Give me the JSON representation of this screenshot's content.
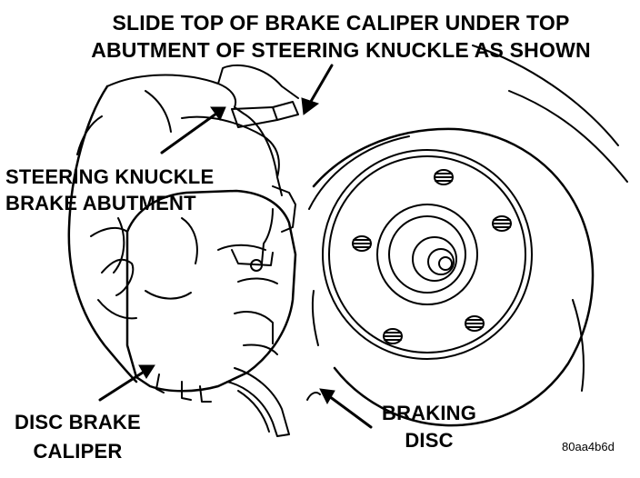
{
  "instruction": "SLIDE TOP OF BRAKE CALIPER UNDER TOP\nABUTMENT OF STEERING KNUCKLE AS SHOWN",
  "labels": {
    "knuckle": "STEERING KNUCKLE\nBRAKE ABUTMENT",
    "caliper": "DISC BRAKE\nCALIPER",
    "disc": "BRAKING\nDISC"
  },
  "figure_code": "80aa4b6d",
  "colors": {
    "ink": "#000000",
    "paper": "#ffffff"
  }
}
